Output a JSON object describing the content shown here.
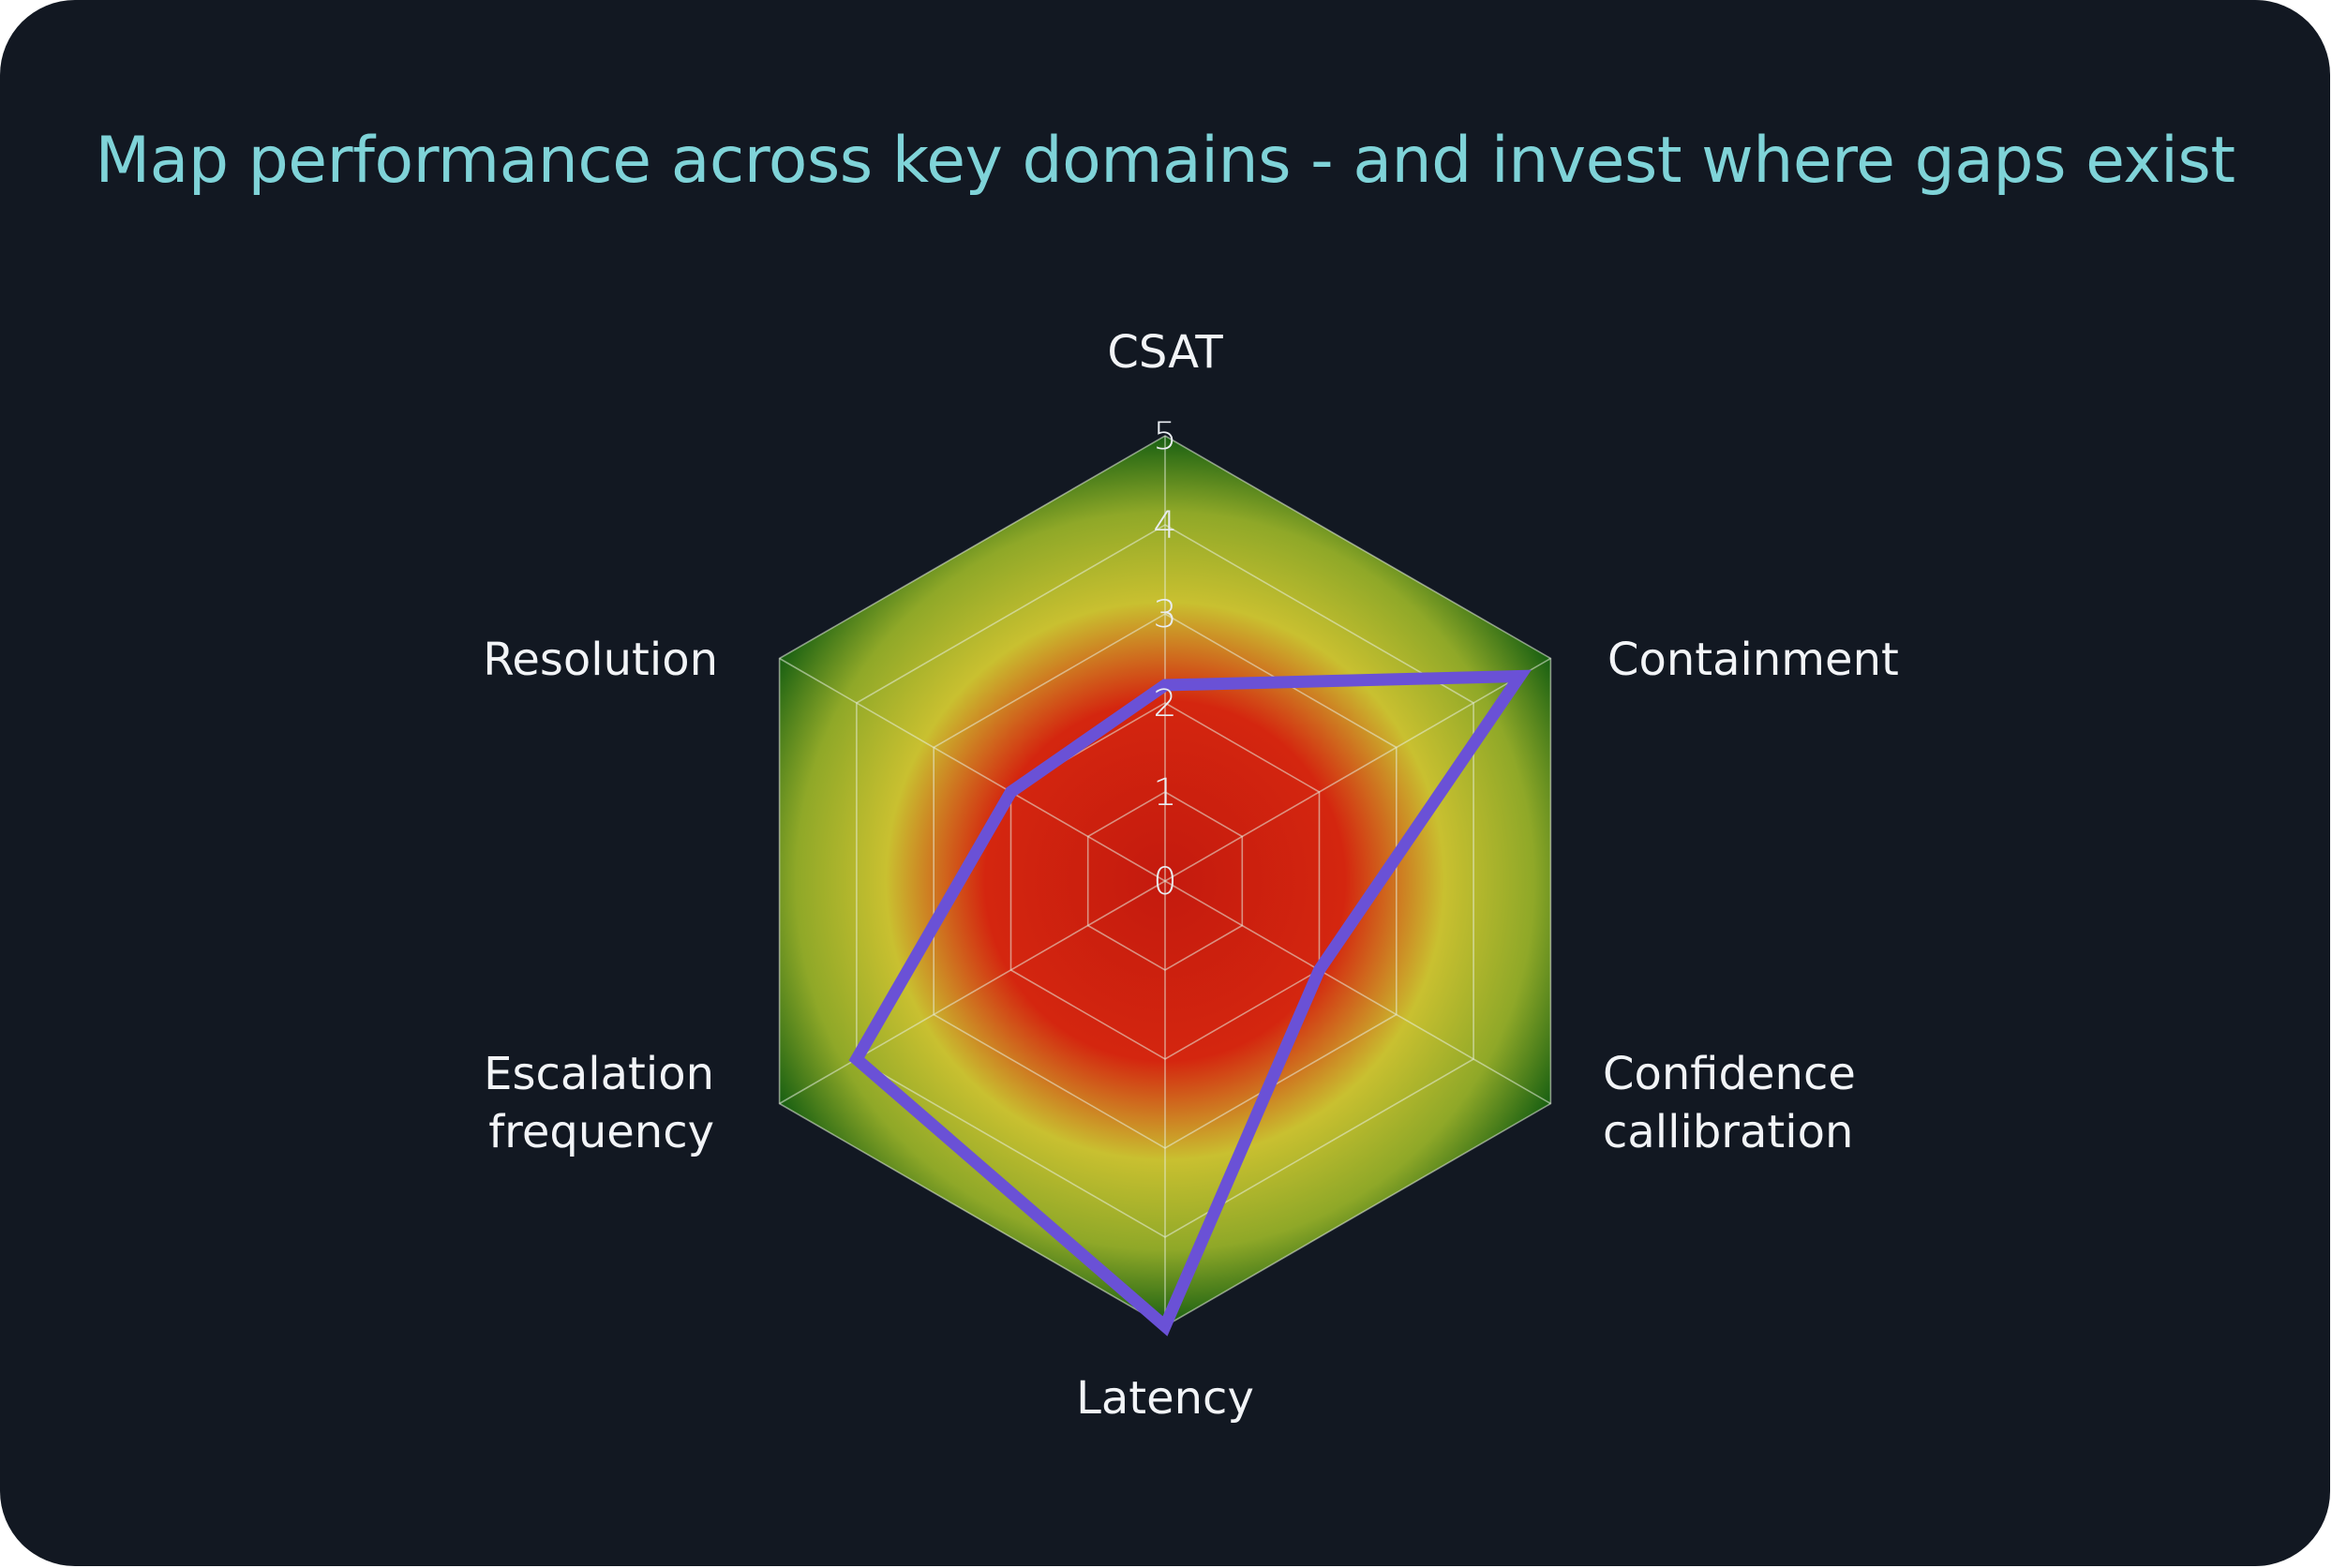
{
  "title": "Map performance across key domains - and invest where gaps exist",
  "chart_data": {
    "type": "radar",
    "title": "Map performance across key domains - and invest where gaps exist",
    "categories": [
      "CSAT",
      "Containment",
      "Confidence callibration",
      "Latency",
      "Escalation frequency",
      "Resolution"
    ],
    "category_lines": [
      [
        "CSAT"
      ],
      [
        "Containment"
      ],
      [
        "Confidence",
        "callibration"
      ],
      [
        "Latency"
      ],
      [
        "Escalation",
        "frequency"
      ],
      [
        "Resolution"
      ]
    ],
    "ticks": [
      0,
      1,
      2,
      3,
      4,
      5
    ],
    "rlim": [
      0,
      5
    ],
    "values": [
      2.2,
      4.6,
      2.0,
      5.0,
      4.0,
      2.0
    ],
    "grid": true,
    "legend": "none",
    "background_gradient": [
      "#c41a0e",
      "#d4260f",
      "#c9c030",
      "#0f5a10"
    ],
    "colors": {
      "series": "#6a51d6",
      "grid": "#e8efe0",
      "title": "#7fd3d8"
    }
  }
}
